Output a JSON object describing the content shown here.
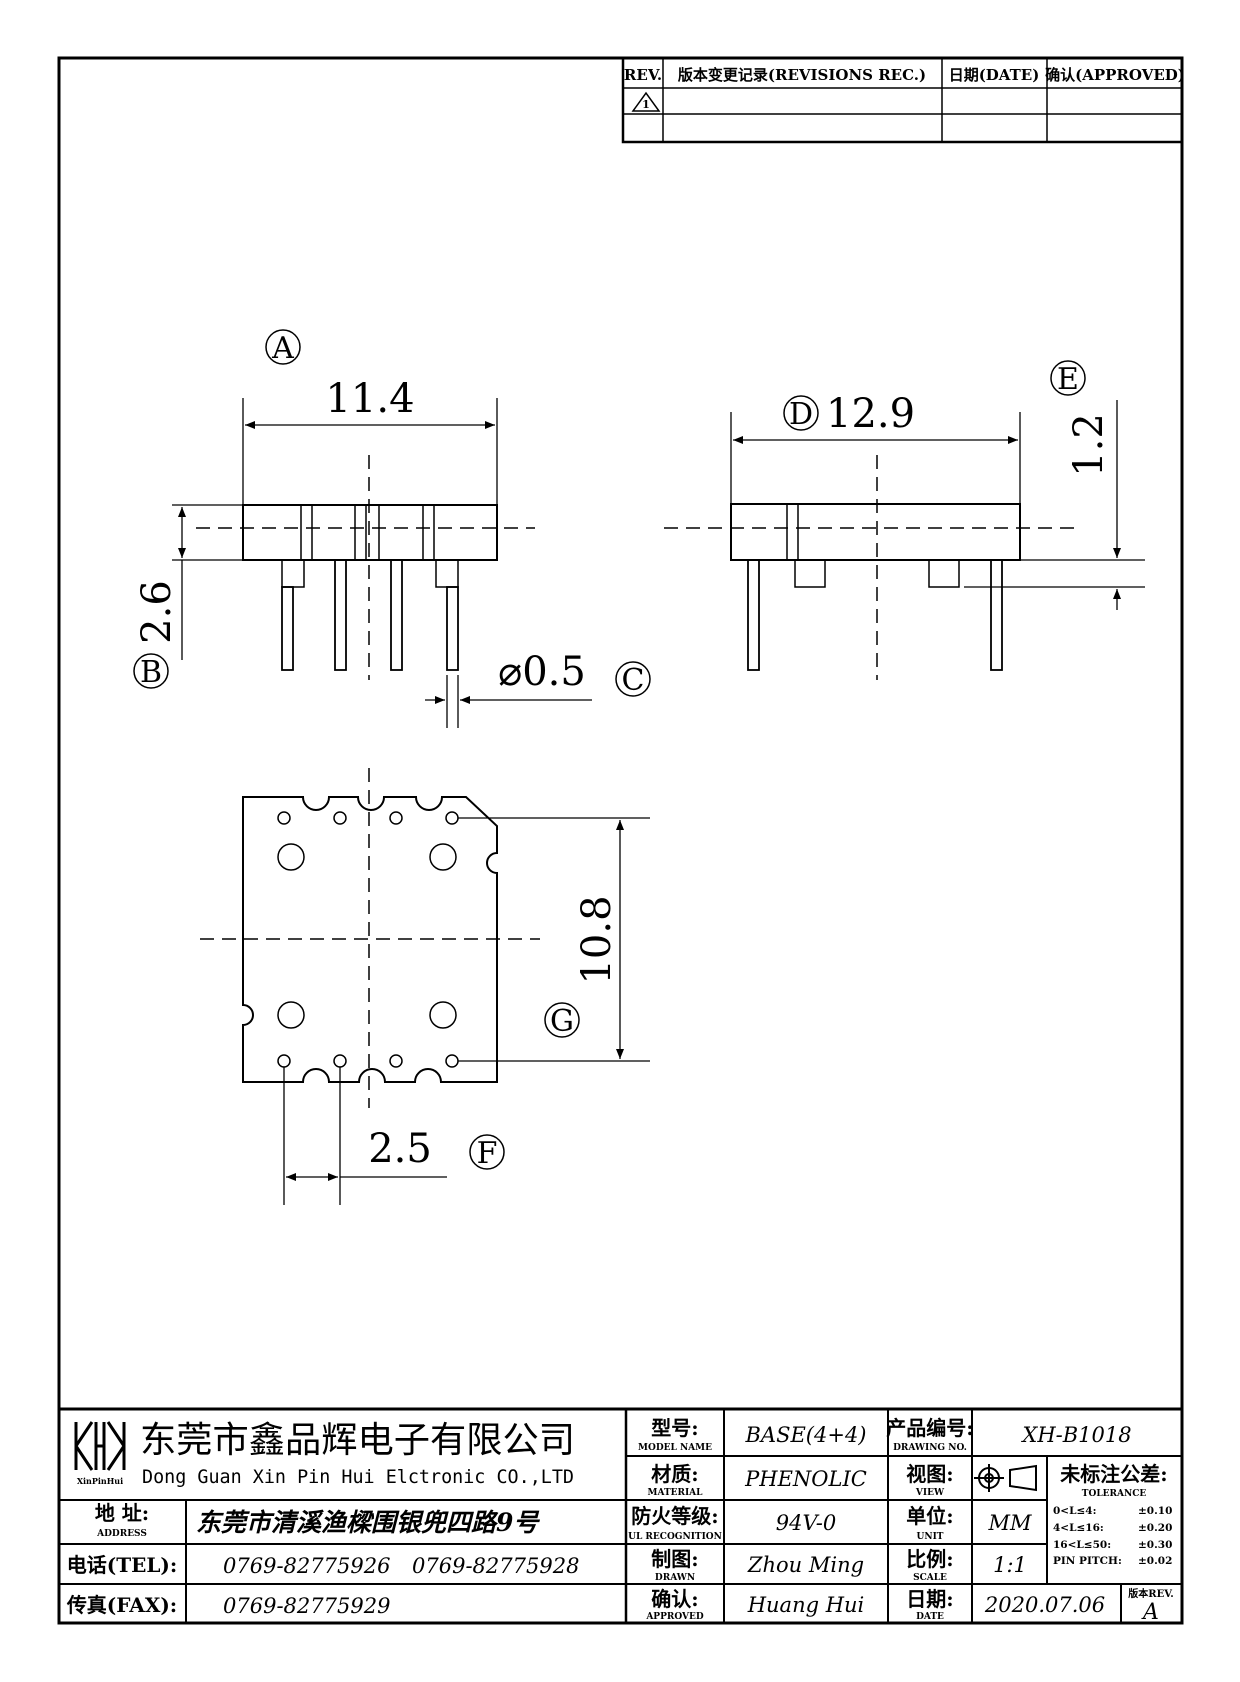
{
  "revisions": {
    "headers": {
      "rev": "REV.",
      "record": "版本变更记录(REVISIONS REC.)",
      "date": "日期(DATE)",
      "approved": "确认(APPROVED)"
    },
    "rows": [
      {
        "rev": "1",
        "record": "",
        "date": "",
        "approved": ""
      },
      {
        "rev": "",
        "record": "",
        "date": "",
        "approved": ""
      }
    ]
  },
  "dimensions": {
    "A": {
      "marker": "A",
      "value": "11.4"
    },
    "B": {
      "marker": "B",
      "value": "2.6"
    },
    "C": {
      "marker": "C",
      "value": "⌀0.5"
    },
    "D": {
      "marker": "D",
      "value": "12.9"
    },
    "E": {
      "marker": "E",
      "value": "1.2"
    },
    "F": {
      "marker": "F",
      "value": "2.5"
    },
    "G": {
      "marker": "G",
      "value": "10.8"
    }
  },
  "title_block": {
    "company": {
      "logo_text": "XinPinHui",
      "name_cn": "东莞市鑫品辉电子有限公司",
      "name_en": "Dong Guan Xin Pin Hui Elctronic CO.,LTD"
    },
    "address": {
      "label": "地 址:",
      "sub": "ADDRESS",
      "value": "东莞市清溪渔樑围银兜四路9号"
    },
    "tel": {
      "label": "电话(TEL):",
      "value1": "0769-82775926",
      "value2": "0769-82775928"
    },
    "fax": {
      "label": "传真(FAX):",
      "value": "0769-82775929"
    },
    "model": {
      "label": "型号:",
      "sub": "MODEL NAME",
      "value": "BASE(4+4)"
    },
    "material": {
      "label": "材质:",
      "sub": "MATERIAL",
      "value": "PHENOLIC"
    },
    "ul": {
      "label": "防火等级:",
      "sub": "UL RECOGNITION",
      "value": "94V-0"
    },
    "drawn": {
      "label": "制图:",
      "sub": "DRAWN",
      "value": "Zhou Ming"
    },
    "approved": {
      "label": "确认:",
      "sub": "APPROVED",
      "value": "Huang Hui"
    },
    "drawing_no": {
      "label": "产品编号:",
      "sub": "DRAWING NO.",
      "value": "XH-B1018"
    },
    "view": {
      "label": "视图:",
      "sub": "VIEW"
    },
    "unit": {
      "label": "单位:",
      "sub": "UNIT",
      "value": "MM"
    },
    "scale": {
      "label": "比例:",
      "sub": "SCALE",
      "value": "1:1"
    },
    "date": {
      "label": "日期:",
      "sub": "DATE",
      "value": "2020.07.06"
    },
    "tolerance": {
      "label": "未标注公差:",
      "sub": "TOLERANCE",
      "rows": [
        {
          "range": "0<L≤4:",
          "value": "±0.10"
        },
        {
          "range": "4<L≤16:",
          "value": "±0.20"
        },
        {
          "range": "16<L≤50:",
          "value": "±0.30"
        },
        {
          "range": "PIN PITCH:",
          "value": "±0.02"
        }
      ]
    },
    "version": {
      "label": "版本REV.",
      "value": "A"
    }
  }
}
